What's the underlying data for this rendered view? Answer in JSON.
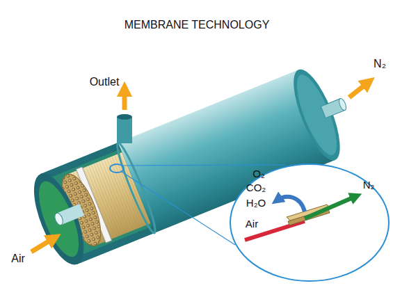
{
  "diagram": {
    "title": "MEMBRANE TECHNOLOGY",
    "labels": [
      "Outlet",
      "N₂",
      "Air",
      "O₂",
      "CO₂",
      "H₂O",
      "N₂",
      "Air"
    ]
  }
}
